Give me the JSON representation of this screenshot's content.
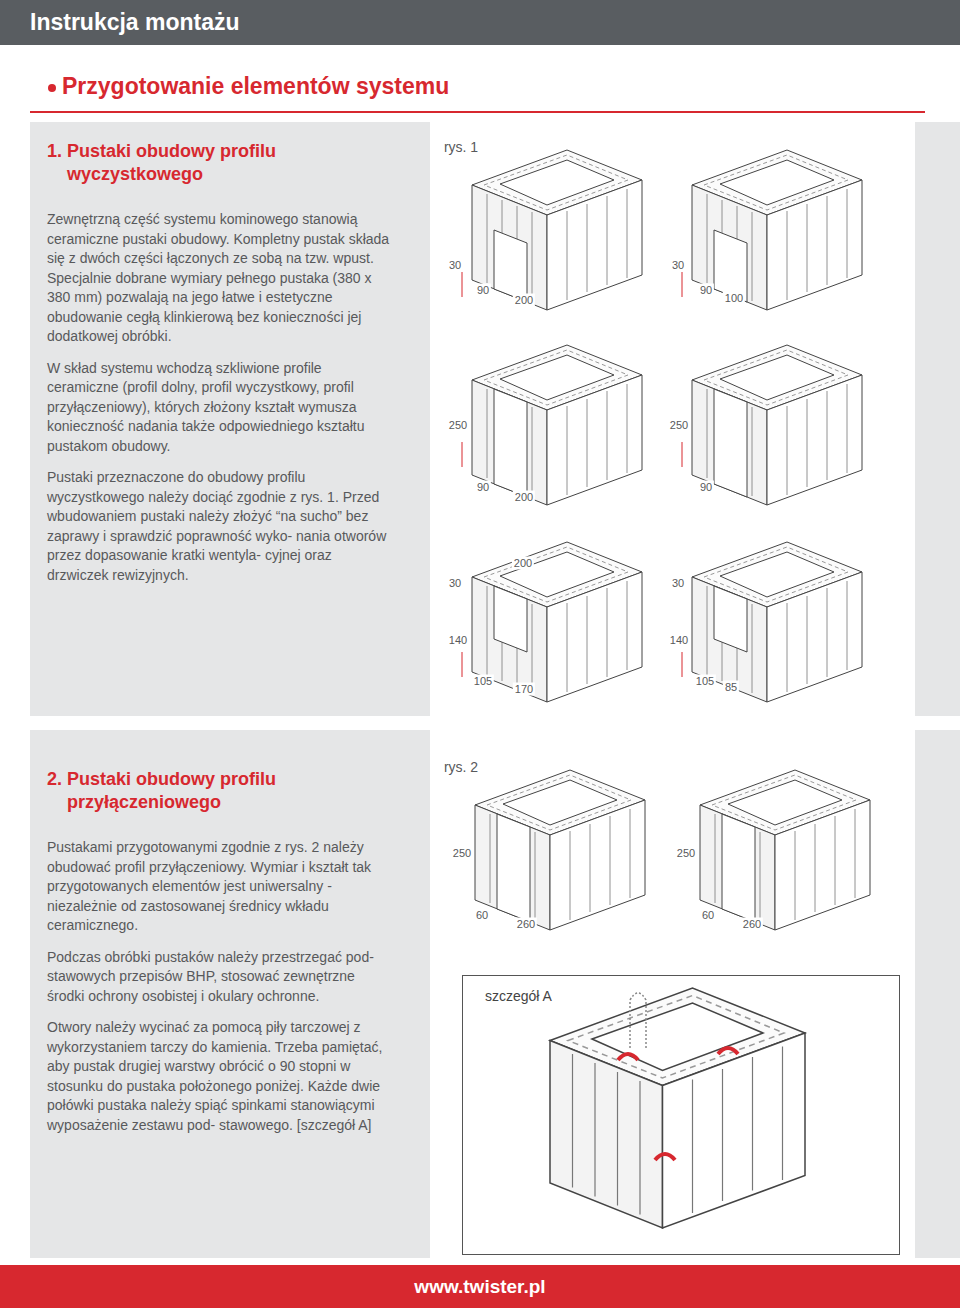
{
  "diagram": {
    "title": "Przygotowanie elementów systemu",
    "nodes": [
      {
        "text": [
          "Instrukcja montażu"
        ]
      },
      {
        "text": [
          "1. Pustaki obudowy profilu wyczystkowego",
          "Zewnętrzną część systemu kominowego stanowią ceramiczne pustaki obudowy. Kompletny pustak składa się z dwóch części łączonych ze sobą na tzw. wpust. Specjalnie dobrane wymiary pełnego pustaka (380 x 380 mm) pozwalają na jego łatwe i estetyczne obudowanie cegłą klinkierową bez konieczności jej dodatkowej obróbki.",
          "W skład systemu wchodzą szkliwione profile ceramiczne (profil dolny, profil wyczystkowy, profil przyłączeniowy), których złożony kształt wymusza konieczność nadania także odpowiedniego kształtu pustakom obudowy.",
          "Pustaki przeznaczone do obudowy profilu wyczystkowego należy dociąć zgodnie z rys. 1. Przed wbudowaniem pustaki należy złożyć “na sucho” bez zaprawy i sprawdzić poprawność wyko- nania otworów przez dopasowanie kratki wentyla- cyjnej oraz drzwiczek rewizyjnych."
        ]
      },
      {
        "text": [
          "2. Pustaki obudowy profilu przyłączeniowego",
          "Pustakami przygotowanymi zgodnie z rys. 2 należy obudować profil przyłączeniowy. Wymiar i kształt tak przygotowanych elementów jest uniwersalny - niezależnie od zastosowanej średnicy wkładu ceramicznego.",
          "Podczas obróbki pustaków należy przestrzegać pod- stawowych przepisów BHP, stosować zewnętrzne środki ochrony osobistej i okulary ochronne.",
          "Otwory należy wycinać za pomocą piły tarczowej z wykorzystaniem tarczy do kamienia. Trzeba pamiętać, aby pustak drugiej warstwy obrócić o 90 stopni w stosunku do pustaka położonego poniżej. Każde dwie połówki pustaka należy spiąć spinkami stanowiącymi wyposażenie zestawu pod- stawowego. [szczegół A]"
        ]
      },
      {
        "text": [
          "szczegół A"
        ],
        "in": 2
      },
      {
        "text": [
          "www.twister.pl"
        ]
      }
    ],
    "labels": [
      "rys. 1",
      "30",
      "90",
      "200",
      "30",
      "90",
      "100",
      "250",
      "250",
      "90",
      "200",
      "90",
      "200",
      "30",
      "30",
      "140",
      "140",
      "105",
      "170",
      "105",
      "85",
      "rys. 2",
      "250",
      "250",
      "60",
      "260",
      "60",
      "260"
    ]
  }
}
